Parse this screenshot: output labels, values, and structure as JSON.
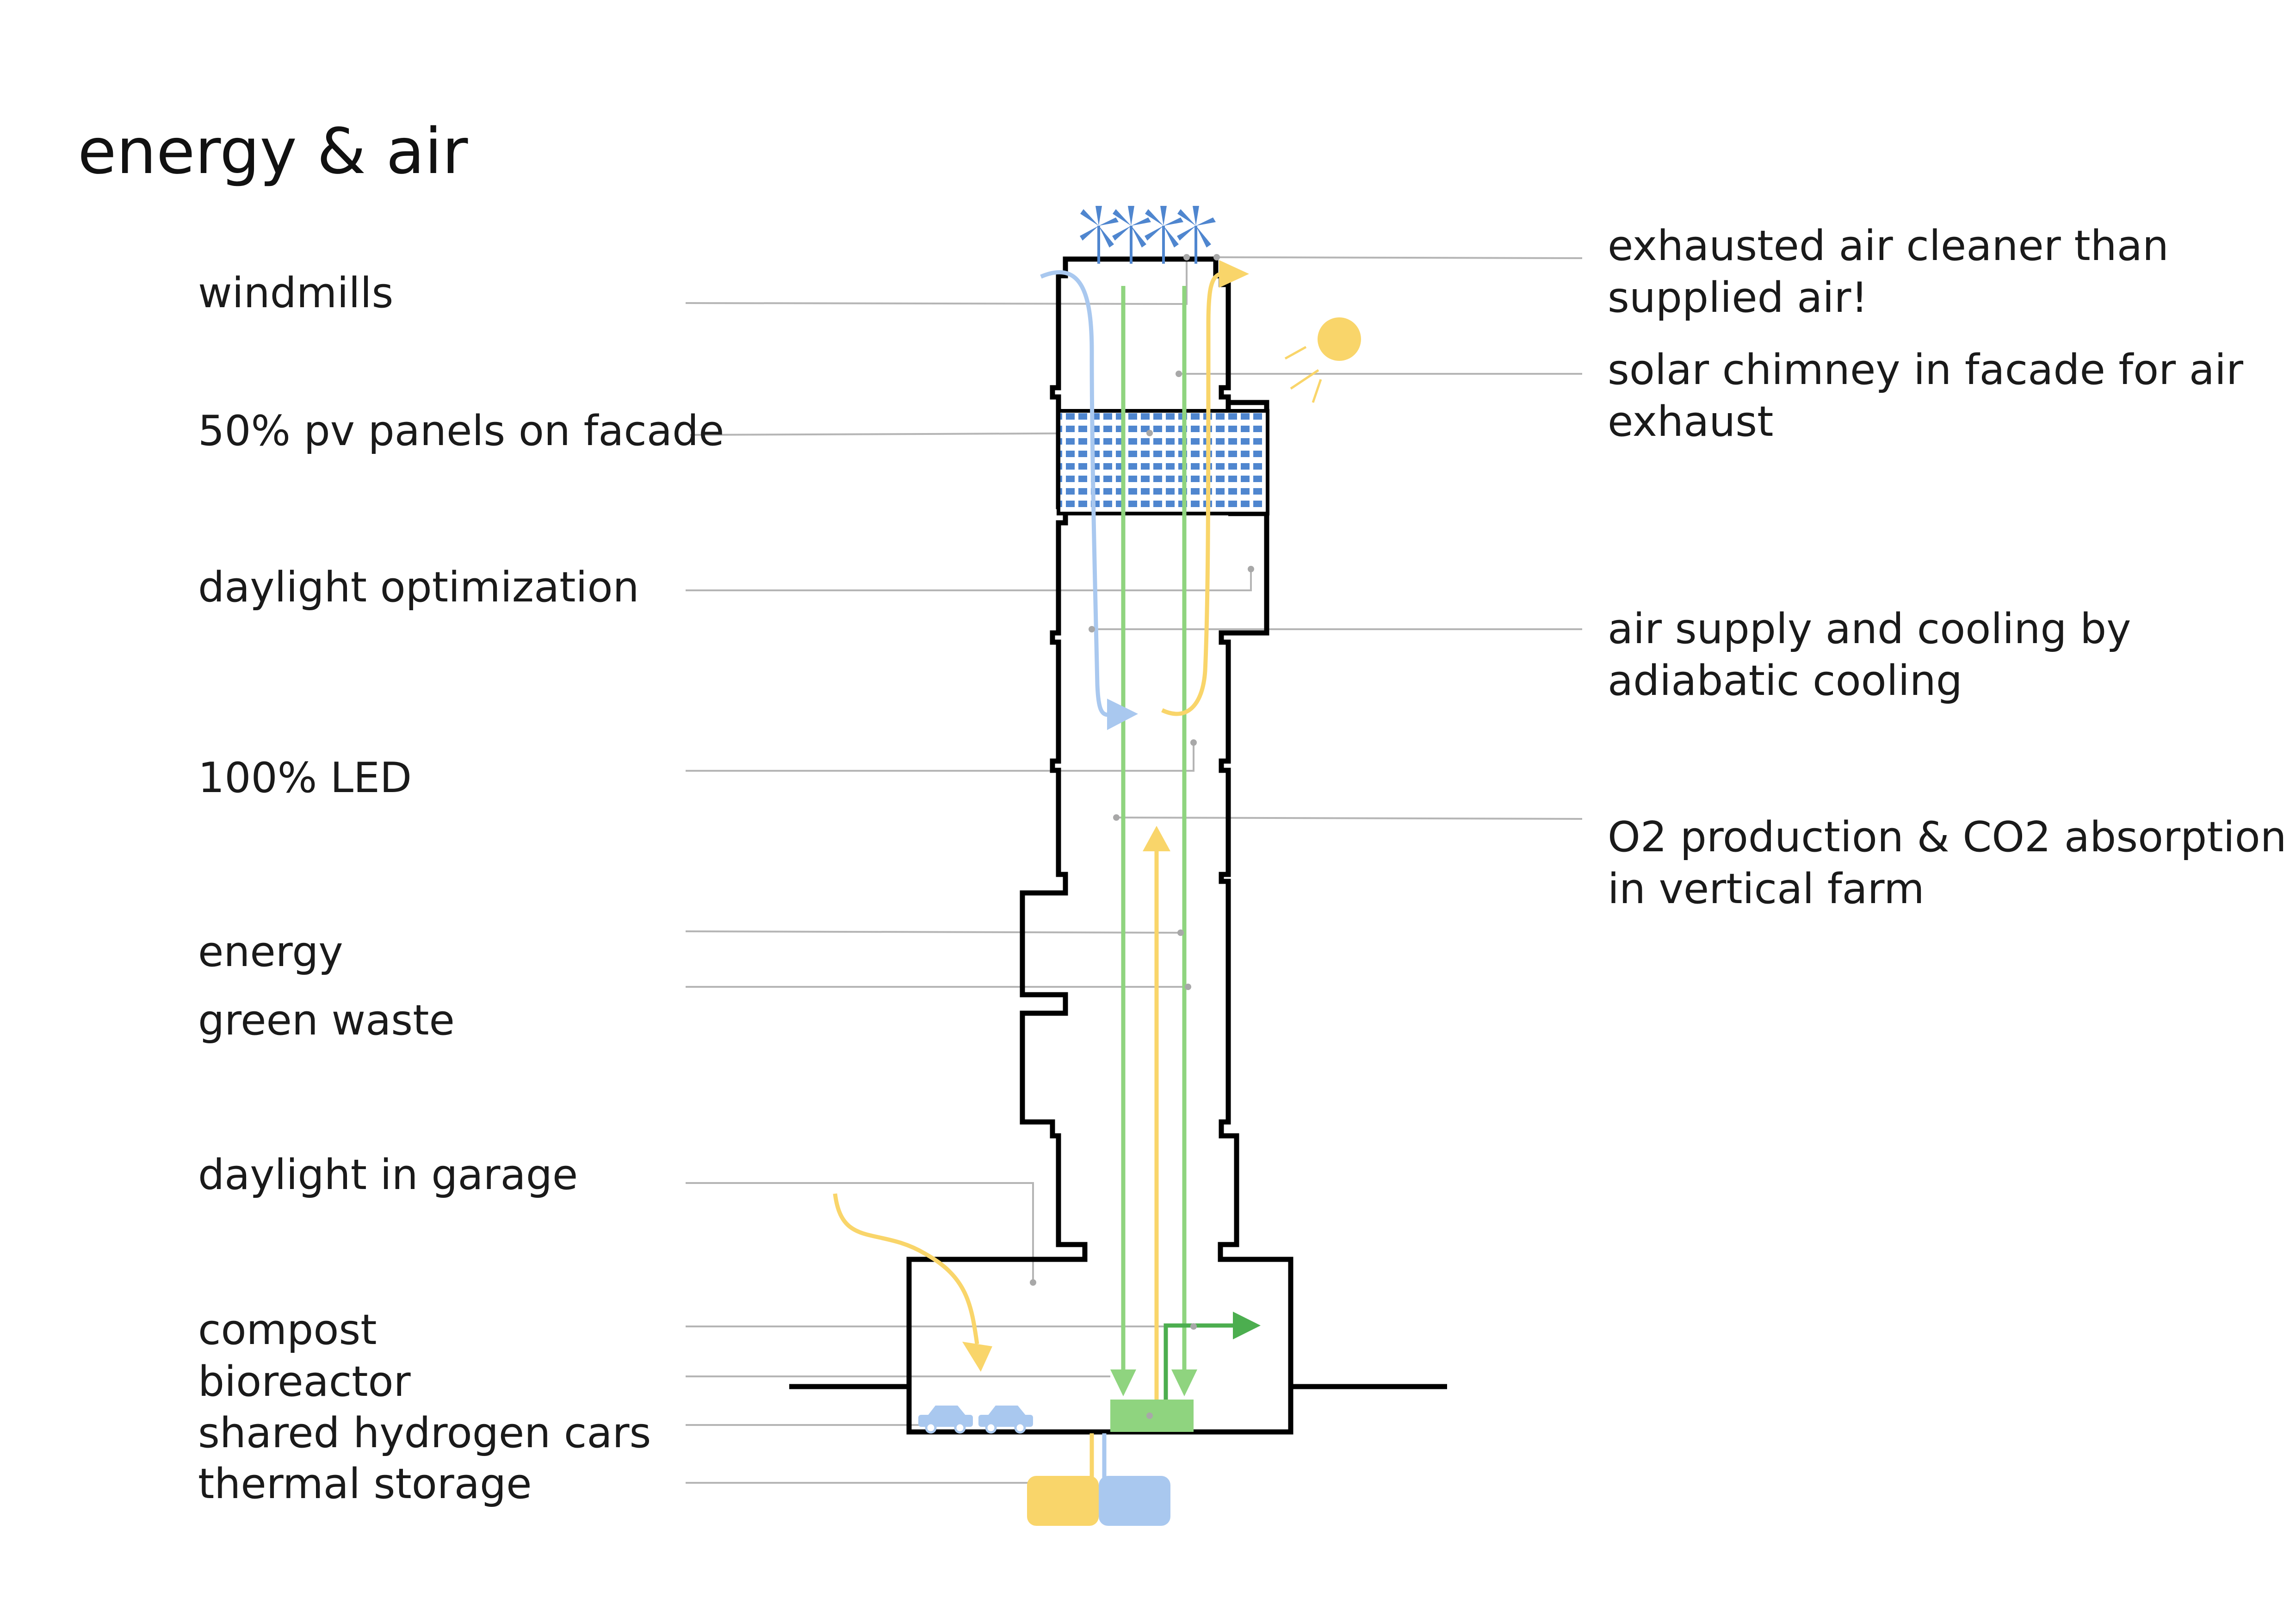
{
  "title": "energy & air",
  "labels_left": {
    "windmills": "windmills",
    "pv_panels": "50% pv panels on facade",
    "daylight_optimization": "daylight optimization",
    "led": "100% LED",
    "energy": "energy",
    "green_waste": "green waste",
    "daylight_garage": "daylight in garage",
    "compost": "compost",
    "bioreactor": "bioreactor",
    "hydrogen_cars": "shared hydrogen cars",
    "thermal_storage": "thermal storage"
  },
  "labels_right": {
    "exhausted_air": [
      "exhausted air cleaner than",
      "supplied air!"
    ],
    "solar_chimney": [
      "solar chimney in facade for air",
      "exhaust"
    ],
    "air_supply": [
      "air supply and cooling by",
      "adiabatic cooling"
    ],
    "o2_production": [
      "O2 production & CO2 absorption",
      "in vertical farm"
    ]
  },
  "colors": {
    "yellow": "#f9d56a",
    "light_blue": "#a9c8ef",
    "blue": "#4f86cf",
    "green": "#8fd47f",
    "dark_green": "#4cae4f",
    "leader": "#b5b5b5",
    "outline": "#000000"
  },
  "icons": [
    "windmill-icon",
    "sun-icon",
    "pv-panel-grid",
    "car-icon",
    "thermal-tank-icon",
    "bioreactor-tank-icon"
  ]
}
